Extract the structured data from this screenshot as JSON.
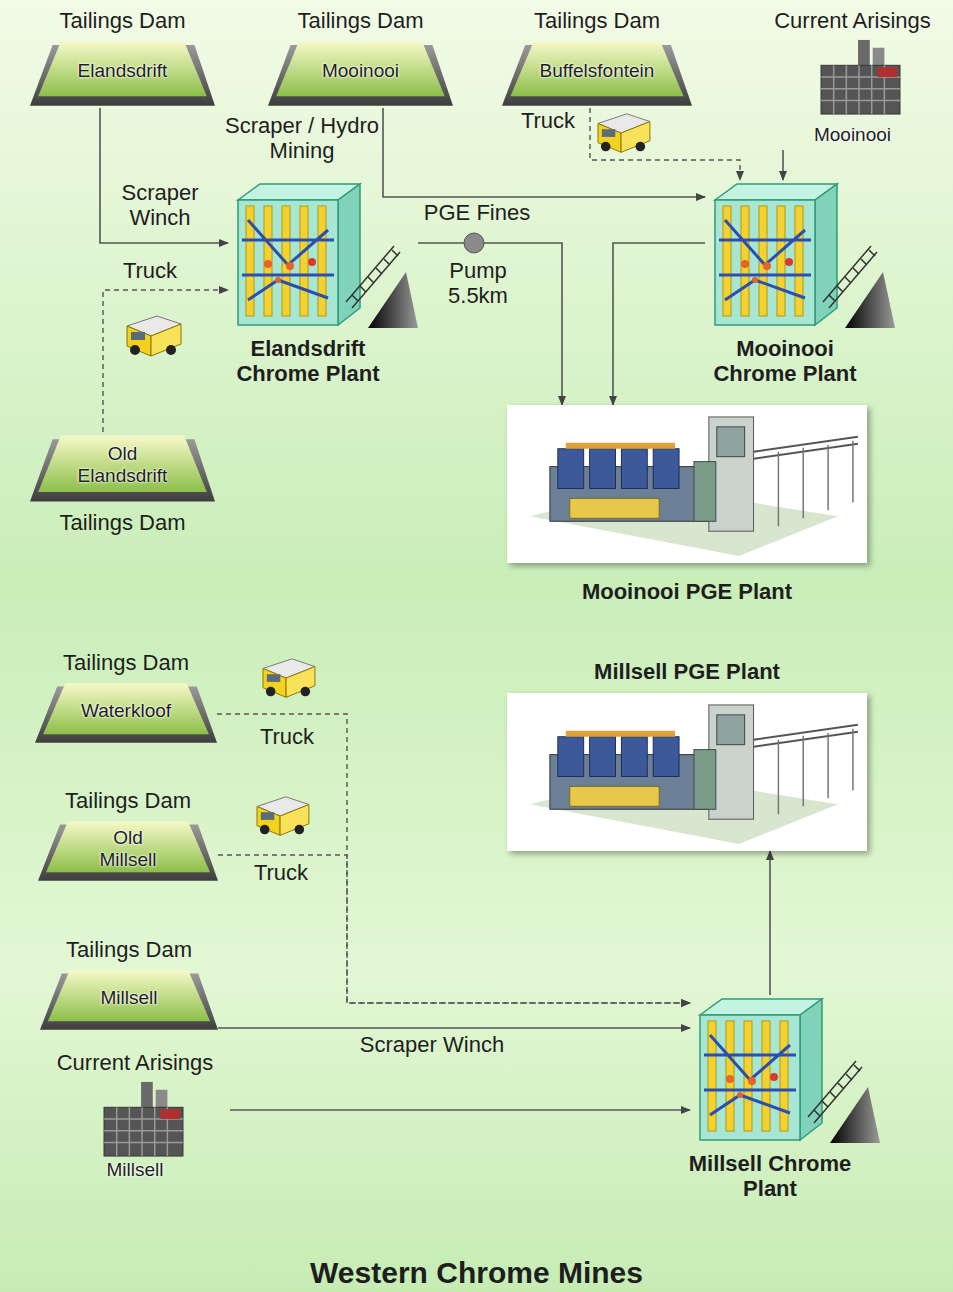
{
  "diagram": {
    "title": "Western Chrome Mines",
    "nodes": [
      {
        "text": [
          "Tailings Dam",
          "Elandsdrift"
        ]
      },
      {
        "text": [
          "Tailings Dam",
          "Mooinooi"
        ]
      },
      {
        "text": [
          "Tailings Dam",
          "Buffelsfontein"
        ]
      },
      {
        "text": [
          "Current Arisings",
          "Mooinooi"
        ]
      },
      {
        "text": [
          "Elandsdrift Chrome Plant"
        ]
      },
      {
        "text": [
          "Mooinooi Chrome Plant"
        ]
      },
      {
        "text": [
          "Old Elandsdrift",
          "Tailings Dam"
        ]
      },
      {
        "text": [
          "Mooinooi PGE Plant"
        ]
      },
      {
        "text": [
          "Millsell PGE Plant"
        ]
      },
      {
        "text": [
          "Tailings Dam",
          "Waterkloof"
        ]
      },
      {
        "text": [
          "Tailings Dam",
          "Old Millsell"
        ]
      },
      {
        "text": [
          "Tailings Dam",
          "Millsell"
        ]
      },
      {
        "text": [
          "Current Arisings",
          "Millsell"
        ]
      },
      {
        "text": [
          "Millsell Chrome Plant"
        ]
      }
    ],
    "edges": [
      {
        "from": 0,
        "to": 4,
        "arrow": "to",
        "label": "Scraper Winch"
      },
      {
        "from": 1,
        "to": 5,
        "arrow": "to",
        "label": "Scraper / Hydro Mining"
      },
      {
        "from": 2,
        "to": 5,
        "arrow": "to",
        "label": "Truck"
      },
      {
        "from": 3,
        "to": 5,
        "arrow": "to"
      },
      {
        "from": 6,
        "to": 4,
        "arrow": "to",
        "label": "Truck"
      },
      {
        "from": 4,
        "to": 7,
        "arrow": "to",
        "label": "PGE Fines"
      },
      {
        "from": 5,
        "to": 7,
        "arrow": "to"
      },
      {
        "from": 9,
        "to": 13,
        "arrow": "to",
        "label": "Truck"
      },
      {
        "from": 10,
        "to": 13,
        "arrow": "to",
        "label": "Truck"
      },
      {
        "from": 11,
        "to": 13,
        "arrow": "to",
        "label": "Scraper Winch"
      },
      {
        "from": 12,
        "to": 13,
        "arrow": "to"
      },
      {
        "from": 13,
        "to": 8,
        "arrow": "to"
      }
    ],
    "labels": [
      "Pump 5.5km"
    ]
  }
}
